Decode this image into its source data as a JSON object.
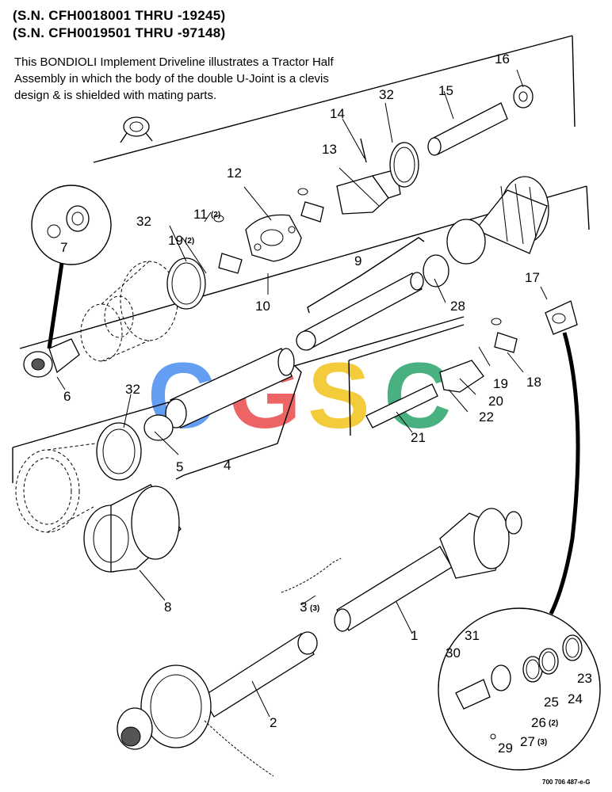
{
  "header": {
    "serial_line_1": "(S.N. CFH0018001 THRU -19245)",
    "serial_line_2": "(S.N. CFH0019501 THRU -97148)"
  },
  "description": "This BONDIOLI Implement Driveline illustrates a Tractor Half Assembly in which the body of the double U-Joint is a clevis design & is shielded with mating parts.",
  "watermark": {
    "letters": [
      "C",
      "G",
      "S",
      "C"
    ],
    "colors": [
      "#4a8ef0",
      "#ea4a4a",
      "#f2c21a",
      "#2aa36a"
    ]
  },
  "callouts": [
    {
      "id": "c1",
      "number": "1",
      "qty": ""
    },
    {
      "id": "c2",
      "number": "2",
      "qty": ""
    },
    {
      "id": "c3",
      "number": "3",
      "qty": "(3)"
    },
    {
      "id": "c4",
      "number": "4",
      "qty": ""
    },
    {
      "id": "c5",
      "number": "5",
      "qty": ""
    },
    {
      "id": "c6",
      "number": "6",
      "qty": ""
    },
    {
      "id": "c7",
      "number": "7",
      "qty": ""
    },
    {
      "id": "c8",
      "number": "8",
      "qty": ""
    },
    {
      "id": "c9",
      "number": "9",
      "qty": ""
    },
    {
      "id": "c10",
      "number": "10",
      "qty": ""
    },
    {
      "id": "c11",
      "number": "11",
      "qty": "(2)"
    },
    {
      "id": "c12",
      "number": "12",
      "qty": ""
    },
    {
      "id": "c13",
      "number": "13",
      "qty": ""
    },
    {
      "id": "c14",
      "number": "14",
      "qty": ""
    },
    {
      "id": "c15",
      "number": "15",
      "qty": ""
    },
    {
      "id": "c16",
      "number": "16",
      "qty": ""
    },
    {
      "id": "c17",
      "number": "17",
      "qty": ""
    },
    {
      "id": "c18",
      "number": "18",
      "qty": ""
    },
    {
      "id": "c19a",
      "number": "19",
      "qty": "(2)"
    },
    {
      "id": "c19b",
      "number": "19",
      "qty": ""
    },
    {
      "id": "c20",
      "number": "20",
      "qty": ""
    },
    {
      "id": "c21",
      "number": "21",
      "qty": ""
    },
    {
      "id": "c22",
      "number": "22",
      "qty": ""
    },
    {
      "id": "c23",
      "number": "23",
      "qty": ""
    },
    {
      "id": "c24",
      "number": "24",
      "qty": ""
    },
    {
      "id": "c25",
      "number": "25",
      "qty": ""
    },
    {
      "id": "c26",
      "number": "26",
      "qty": "(2)"
    },
    {
      "id": "c27",
      "number": "27",
      "qty": "(3)"
    },
    {
      "id": "c28",
      "number": "28",
      "qty": ""
    },
    {
      "id": "c29",
      "number": "29",
      "qty": ""
    },
    {
      "id": "c30",
      "number": "30",
      "qty": ""
    },
    {
      "id": "c31",
      "number": "31",
      "qty": ""
    },
    {
      "id": "c32a",
      "number": "32",
      "qty": ""
    },
    {
      "id": "c32b",
      "number": "32",
      "qty": ""
    },
    {
      "id": "c32c",
      "number": "32",
      "qty": ""
    }
  ],
  "drawing_code": "700 706 487-e-G"
}
